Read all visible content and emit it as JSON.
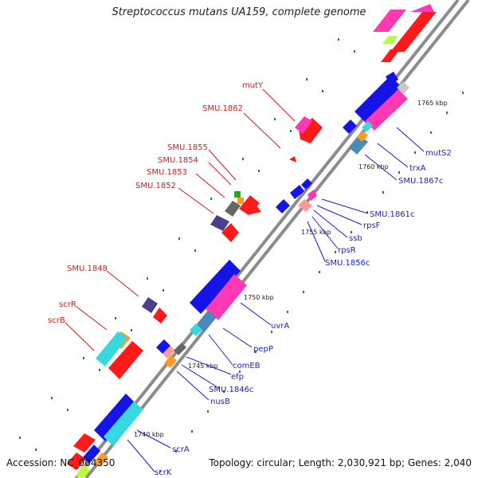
{
  "title": "Streptococcus mutans UA159, complete genome",
  "footer": {
    "accession": "Accession: NC_004350",
    "topology": "Topology: circular; Length: 2,030,921 bp; Genes: 2,040"
  },
  "kbp_ticks": [
    "1740 kbp",
    "1745 kbp",
    "1750 kbp",
    "1755 kbp",
    "1760 kbp",
    "1765 kbp"
  ],
  "gene_labels_forward": [
    "mutY",
    "SMU.1862",
    "SMU.1855",
    "SMU.1854",
    "SMU.1853",
    "SMU.1852",
    "SMU.1848",
    "scrR",
    "scrB"
  ],
  "gene_labels_reverse": [
    "mutS2",
    "trxA",
    "SMU.1867c",
    "SMU.1861c",
    "rpsF",
    "ssb",
    "rpsR",
    "SMU.1856c",
    "uvrA",
    "pepP",
    "comEB",
    "efp",
    "SMU.1846c",
    "nusB",
    "scrA",
    "scrK"
  ],
  "colors": {
    "backbone": "#8c8c8c",
    "forward_gene_label": "#d61a1a",
    "reverse_gene_label": "#1a1ad6",
    "gene_red": "#ff1a1a",
    "gene_blue": "#1414e6",
    "gene_pink": "#ff38b4",
    "gene_cyan": "#38d8e0",
    "gene_orange": "#ff9a20",
    "gene_purple": "#4a3f8a",
    "gene_steel": "#4a8ab8",
    "gene_green": "#b8ff3a",
    "tick_green": "#1a8a1a"
  }
}
